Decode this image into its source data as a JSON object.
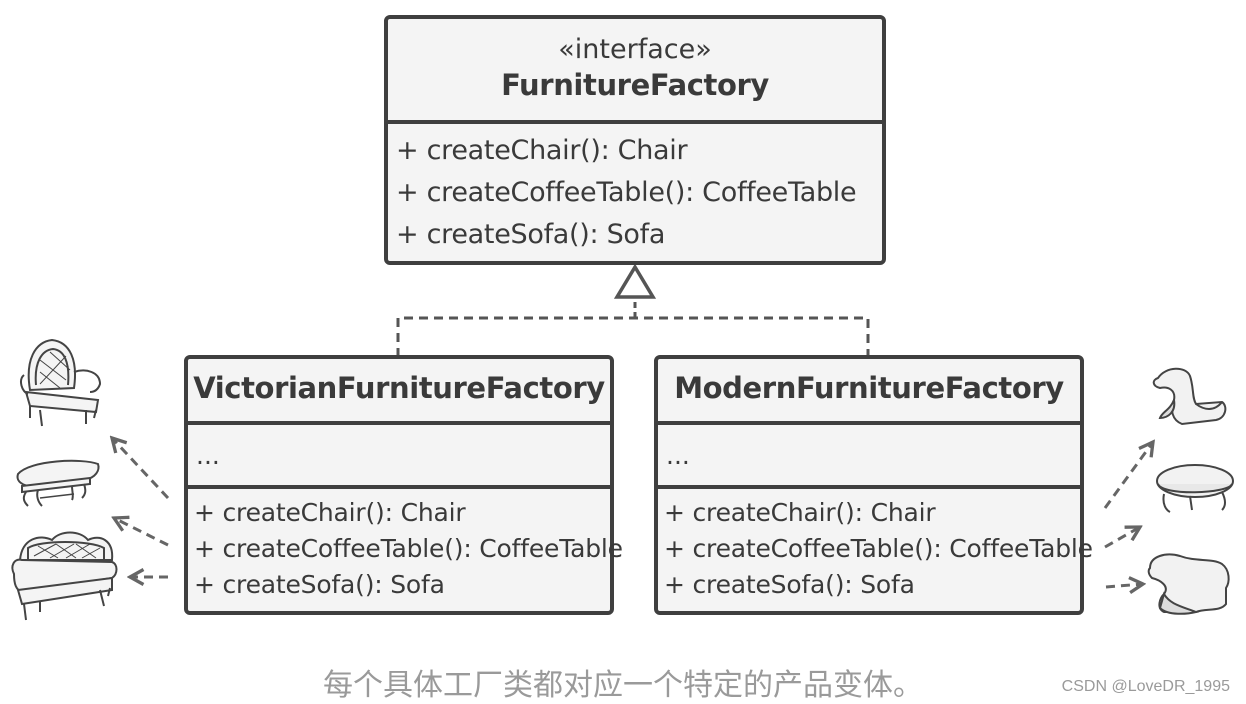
{
  "interface_box": {
    "stereotype": "«interface»",
    "name": "FurnitureFactory",
    "operations": [
      "+ createChair(): Chair",
      "+ createCoffeeTable(): CoffeeTable",
      "+ createSofa(): Sofa"
    ]
  },
  "victorian_box": {
    "name": "VictorianFurnitureFactory",
    "fields": "...",
    "operations": [
      "+ createChair(): Chair",
      "+ createCoffeeTable(): CoffeeTable",
      "+ createSofa(): Sofa"
    ]
  },
  "modern_box": {
    "name": "ModernFurnitureFactory",
    "fields": "...",
    "operations": [
      "+ createChair(): Chair",
      "+ createCoffeeTable(): CoffeeTable",
      "+ createSofa(): Sofa"
    ]
  },
  "icons": {
    "victorian": [
      "victorian-chair-icon",
      "victorian-coffee-table-icon",
      "victorian-sofa-icon"
    ],
    "modern": [
      "modern-chair-icon",
      "modern-coffee-table-icon",
      "modern-sofa-icon"
    ]
  },
  "caption": "每个具体工厂类都对应一个特定的产品变体。",
  "watermark": "CSDN @LoveDR_1995",
  "colors": {
    "box_fill": "#f4f4f4",
    "border": "#3f3f3f",
    "text": "#3a3a3a",
    "arrow": "#666666",
    "caption": "#9a9a9a"
  }
}
